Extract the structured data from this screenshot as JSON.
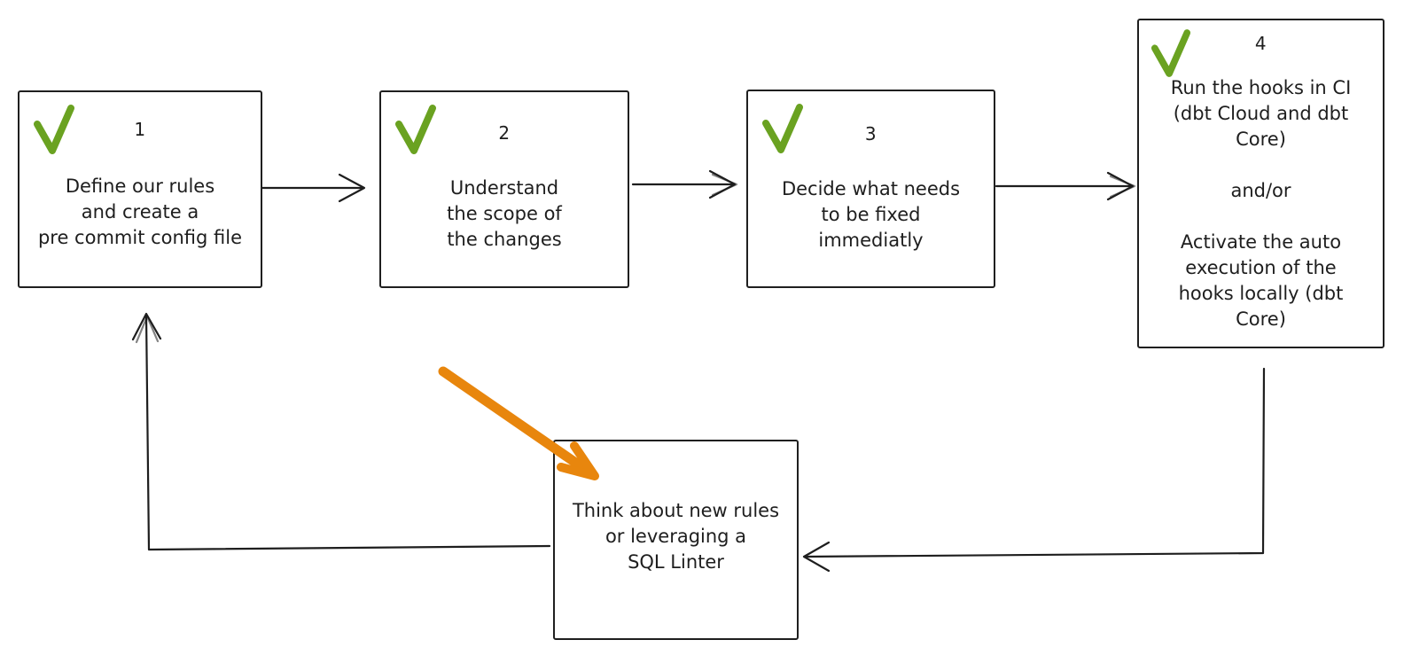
{
  "page": {
    "background_color": "#ffffff",
    "text_color": "#1e1e1e"
  },
  "diagram": {
    "type": "flowchart",
    "style": "hand-drawn",
    "stroke_color": "#1e1e1e",
    "check_color": "#6aa221",
    "highlight_arrow_color": "#e8860d",
    "icons": {
      "check_icon": "✓",
      "arrow_right_icon": "→",
      "arrow_left_icon": "←",
      "arrow_up_icon": "↑",
      "highlight_arrow_icon": "↘"
    },
    "steps": [
      {
        "number": "1",
        "checked": true,
        "text": "Define our rules\nand create a\npre commit config file"
      },
      {
        "number": "2",
        "checked": true,
        "text": "Understand\nthe scope of\nthe changes"
      },
      {
        "number": "3",
        "checked": true,
        "text": "Decide what needs\nto be fixed\nimmediatly"
      },
      {
        "number": "4",
        "checked": true,
        "text": "Run the hooks in CI\n(dbt Cloud and dbt\nCore)\n\nand/or\n\nActivate the auto\nexecution of the\nhooks locally (dbt\nCore)"
      }
    ],
    "feedback_box": {
      "text": "Think about new rules\nor leveraging a\nSQL Linter"
    },
    "connections": [
      {
        "from": "step-1",
        "to": "step-2"
      },
      {
        "from": "step-2",
        "to": "step-3"
      },
      {
        "from": "step-3",
        "to": "step-4"
      },
      {
        "from": "step-4",
        "to": "feedback-box"
      },
      {
        "from": "feedback-box",
        "to": "step-1"
      }
    ]
  }
}
